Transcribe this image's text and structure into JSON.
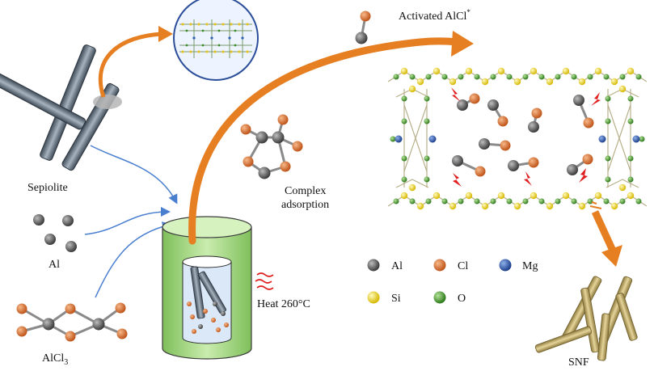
{
  "labels": {
    "sepiolite": "Sepiolite",
    "al": "Al",
    "alcl3_base": "AlCl",
    "alcl3_sub": "3",
    "heat": "Heat 260°C",
    "complex_line1": "Complex",
    "complex_line2": "adsorption",
    "activated_base": "Activated AlCl",
    "activated_sup": "*",
    "snf": "SNF"
  },
  "legend": [
    {
      "label": "Al",
      "color": "#5a5a5a"
    },
    {
      "label": "Cl",
      "color": "#d9742a"
    },
    {
      "label": "Mg",
      "color": "#2f5fb0"
    },
    {
      "label": "Si",
      "color": "#f2e21a"
    },
    {
      "label": "O",
      "color": "#3f9a2a"
    }
  ],
  "colors": {
    "arrow_orange": "#e67e22",
    "arrow_blue": "#4a7fd0",
    "reactor_green": "#9fd07a",
    "spark_red": "#e02020",
    "heat_red": "#e02020"
  }
}
